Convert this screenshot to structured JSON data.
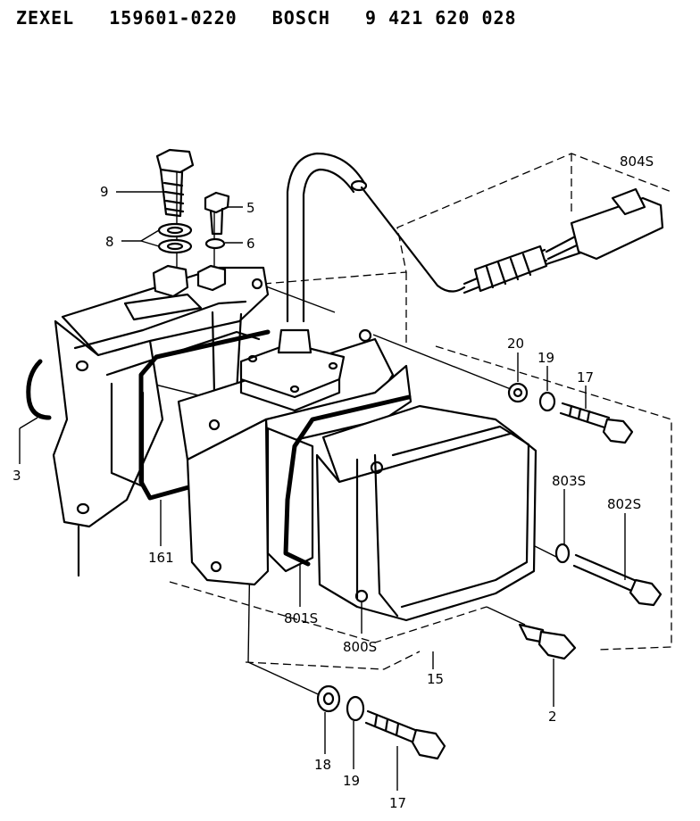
{
  "header": {
    "maker": "ZEXEL",
    "zexel_no": "159601-0220",
    "brand": "BOSCH",
    "bosch_no": "9 421 620 028"
  },
  "callouts": {
    "p9": "9",
    "p5": "5",
    "p8": "8",
    "p6": "6",
    "p804s": "804S",
    "p20": "20",
    "p19a": "19",
    "p17a": "17",
    "p3": "3",
    "p161": "161",
    "p803s": "803S",
    "p802s": "802S",
    "p801s": "801S",
    "p800s": "800S",
    "p15": "15",
    "p2": "2",
    "p18": "18",
    "p19b": "19",
    "p17b": "17"
  }
}
